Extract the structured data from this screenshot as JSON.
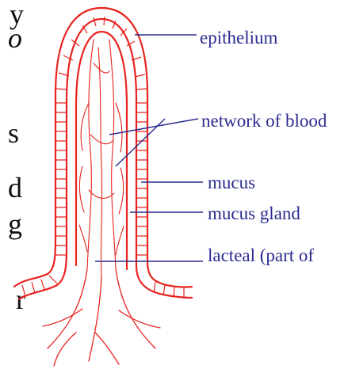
{
  "page_text_fragments": [
    "y",
    "o",
    "s",
    "d",
    "g",
    "r"
  ],
  "labels": {
    "epithelium": "epithelium",
    "network": "network of blood",
    "mucus": "mucus",
    "mucus_gland": "mucus gland",
    "lacteal": "lacteal (part of"
  },
  "colors": {
    "villus_outline": "#e8231f",
    "label_text": "#2b2b8f",
    "leader_line": "#2b2b8f",
    "page_text": "#111111"
  }
}
